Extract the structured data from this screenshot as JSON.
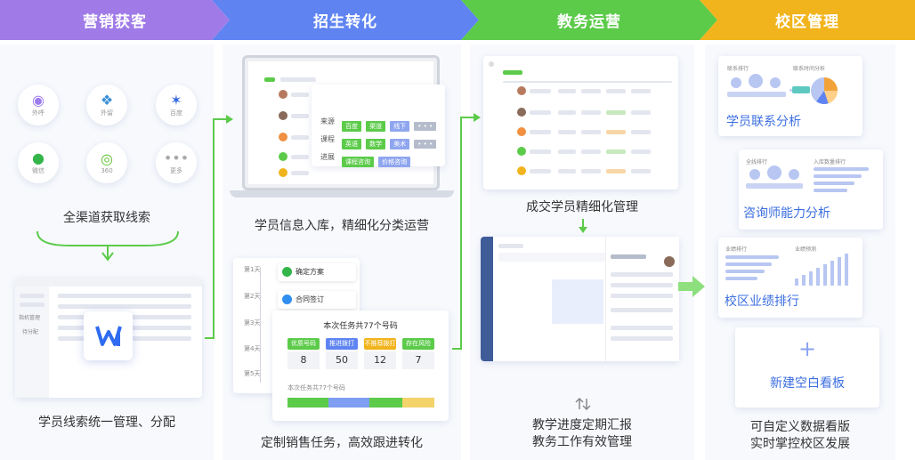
{
  "stages": [
    {
      "title": "营销获客",
      "color": "#a07be8"
    },
    {
      "title": "招生转化",
      "color": "#5f84f2"
    },
    {
      "title": "教务运营",
      "color": "#5ccb4a"
    },
    {
      "title": "校区管理",
      "color": "#f1b41d"
    }
  ],
  "marketing": {
    "channels": [
      {
        "icon": "voice-call-icon",
        "label": "外呼"
      },
      {
        "icon": "outbound-icon",
        "label": "外留"
      },
      {
        "icon": "baidu-icon",
        "label": "百度"
      },
      {
        "icon": "wechat-icon",
        "label": "微信"
      },
      {
        "icon": "360-icon",
        "label": "360"
      },
      {
        "icon": "more-icon",
        "label": "更多"
      }
    ],
    "caption1": "全渠道获取线索",
    "panel": {
      "menu1": "指机管理",
      "menu2": "待分配"
    },
    "caption2": "学员线索统一管理、分配"
  },
  "conversion": {
    "filter": {
      "row1_label": "来源",
      "row1_tags": [
        "百度",
        "渠道",
        "线下",
        "• • •"
      ],
      "row2_label": "课程",
      "row2_tags": [
        "英语",
        "数学",
        "美术",
        "• • •"
      ],
      "row3_label": "进展",
      "row3_tags": [
        "课程咨询",
        "价格咨询"
      ]
    },
    "caption1": "学员信息入库，精细化分类运营",
    "timeline": {
      "days": [
        "第1天",
        "第2天",
        "第3天",
        "第4天",
        "第5天"
      ],
      "event1": "确定方案",
      "event2": "合同签订"
    },
    "task": {
      "title": "本次任务共77个号码",
      "buckets": [
        {
          "label": "优质号码",
          "value": "8",
          "color": "#5ccb4a"
        },
        {
          "label": "推进拨打",
          "value": "50",
          "color": "#5f84f2"
        },
        {
          "label": "不推荐拨打",
          "value": "12",
          "color": "#f1b41d"
        },
        {
          "label": "存在风险",
          "value": "7",
          "color": "#5ccb4a"
        }
      ],
      "subtitle": "本次任务共77个号码"
    },
    "caption2": "定制销售任务，高效跟进转化"
  },
  "academic": {
    "caption1": "成交学员精细化管理",
    "caption2_line1": "教学进度定期汇报",
    "caption2_line2": "教务工作有效管理"
  },
  "campus": {
    "card1": {
      "top_left": "联系排行",
      "top_right": "联系时间分析",
      "title": "学员联系分析"
    },
    "card2": {
      "top_left": "全线排行",
      "top_right": "入库数量排行",
      "title": "咨询师能力分析"
    },
    "card3": {
      "top_left": "业绩排行",
      "top_right": "业绩预测",
      "title": "校区业绩排行"
    },
    "card4": {
      "plus": "+",
      "title": "新建空白看板"
    },
    "caption_line1": "可自定义数据看版",
    "caption_line2": "实时掌控校区发展"
  }
}
